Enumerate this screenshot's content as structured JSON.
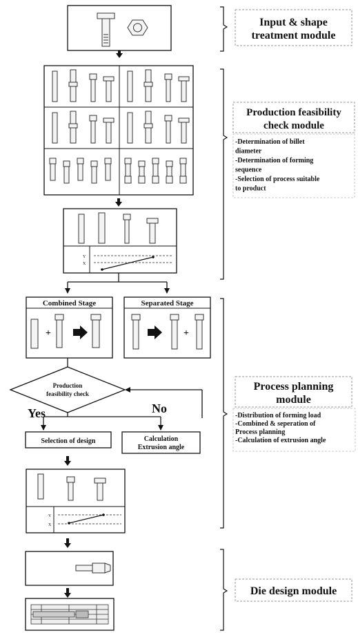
{
  "modules": {
    "input": {
      "title_lines": [
        "Input & shape",
        "treatment module"
      ]
    },
    "feasibility": {
      "title_lines": [
        "Production feasibility",
        "check module"
      ],
      "bullets": [
        [
          "-Determination of billet",
          "diameter"
        ],
        [
          "-Determination of forming",
          "sequence"
        ],
        [
          "-Selection of process suitable",
          "to product"
        ]
      ]
    },
    "planning": {
      "title_lines": [
        "Process planning",
        "module"
      ],
      "bullets": [
        [
          "-Distribution of forming load"
        ],
        [
          "-Combined & seperation of",
          "Process planning"
        ],
        [
          "-Calculation of extrusion angle"
        ]
      ]
    },
    "die": {
      "title_lines": [
        "Die design module"
      ]
    }
  },
  "flow": {
    "combined_stage": "Combined Stage",
    "separated_stage": "Separated Stage",
    "decision_lines": [
      "Production",
      "feasibility check"
    ],
    "yes": "Yes",
    "no": "No",
    "selection_of_design": "Selection of design",
    "calculation_lines": [
      "Calculation",
      "Extrusion angle"
    ],
    "plus": "+",
    "graph_y": "Y",
    "graph_x": "X"
  }
}
